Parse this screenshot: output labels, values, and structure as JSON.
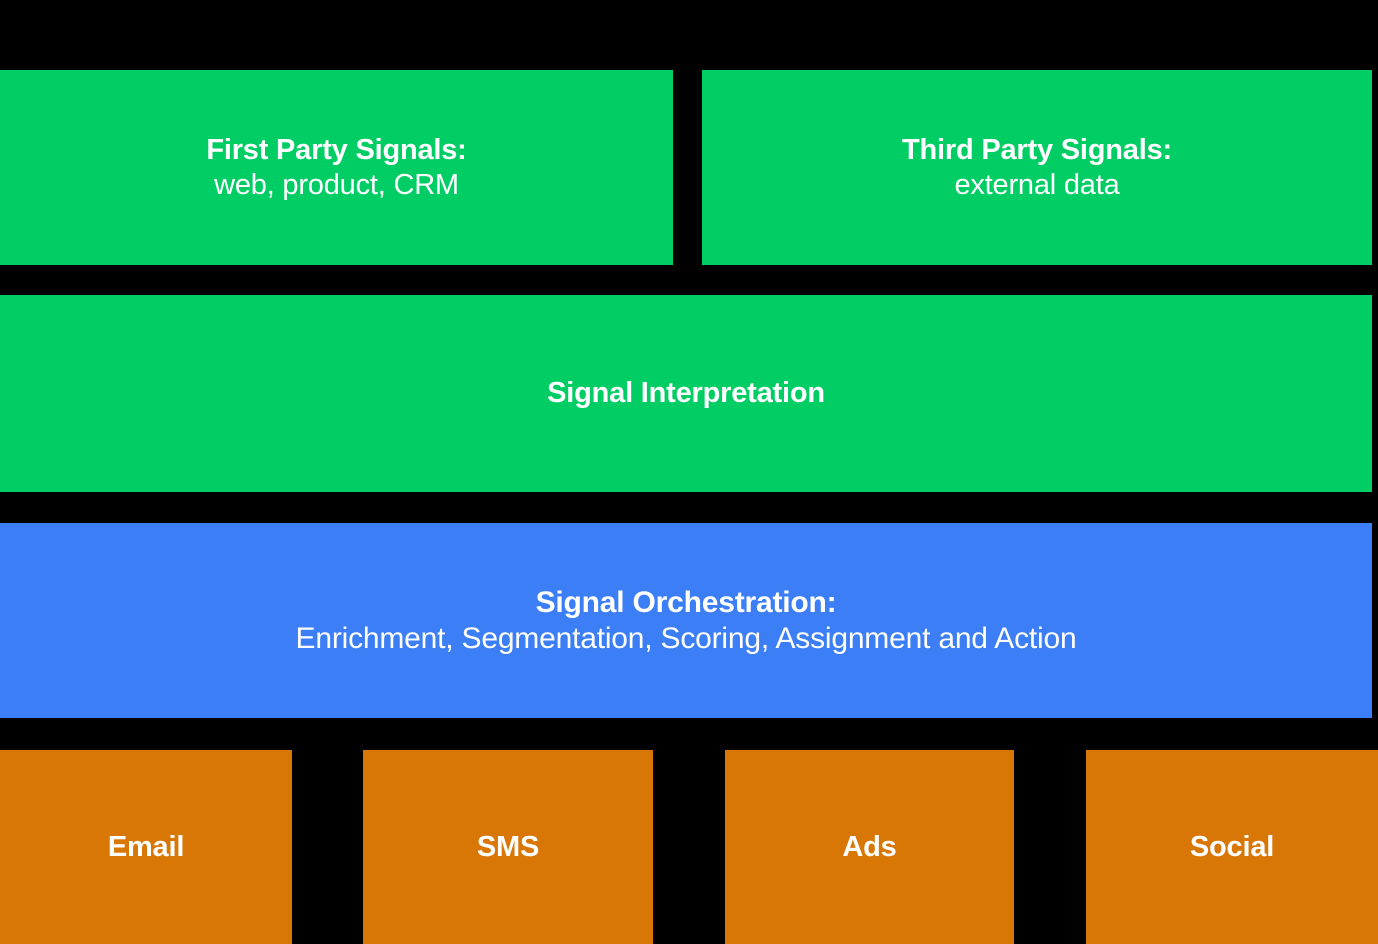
{
  "diagram": {
    "background_color": "#000000",
    "palette": {
      "green": "#00ce64",
      "blue": "#3b7ef5",
      "orange": "#d87706",
      "text": "#ffffff"
    },
    "sources_row": [
      {
        "title": "First Party Signals:",
        "subtitle": "web, product, CRM",
        "color": "#00ce64"
      },
      {
        "title": "Third Party Signals:",
        "subtitle": "external data",
        "color": "#00ce64"
      }
    ],
    "interpretation": {
      "title": "Signal Interpretation",
      "color": "#00ce64"
    },
    "orchestration": {
      "title": "Signal Orchestration:",
      "subtitle": "Enrichment, Segmentation, Scoring, Assignment and Action",
      "color": "#3b7ef5"
    },
    "channels": [
      {
        "label": "Email",
        "color": "#d87706"
      },
      {
        "label": "SMS",
        "color": "#d87706"
      },
      {
        "label": "Ads",
        "color": "#d87706"
      },
      {
        "label": "Social",
        "color": "#d87706"
      }
    ]
  }
}
